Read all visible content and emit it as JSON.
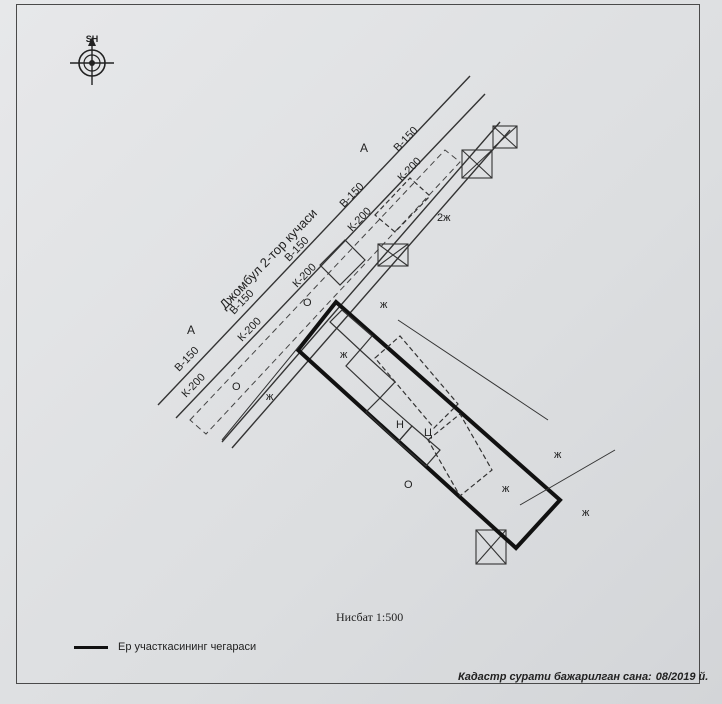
{
  "compass": {
    "label": "SH",
    "icon": "compass-rose-icon"
  },
  "street": {
    "name": "Джомбул 2-тор кучаси"
  },
  "side_markers": {
    "a_left": "А",
    "a_right": "А"
  },
  "utilities": {
    "b_label": "В-150",
    "k_label": "К-200"
  },
  "map_labels": {
    "lot_2zh": "2ж",
    "marker_o": "О",
    "marker_zh": "ж",
    "marker_n": "Н",
    "marker_ts": "Ц"
  },
  "scale": {
    "text": "Нисбат 1:500"
  },
  "legend": {
    "text": "Ер участкасининг чегараси"
  },
  "footer": {
    "label": "Кадастр сурати бажарилган сана:",
    "date": "08/2019 й."
  }
}
